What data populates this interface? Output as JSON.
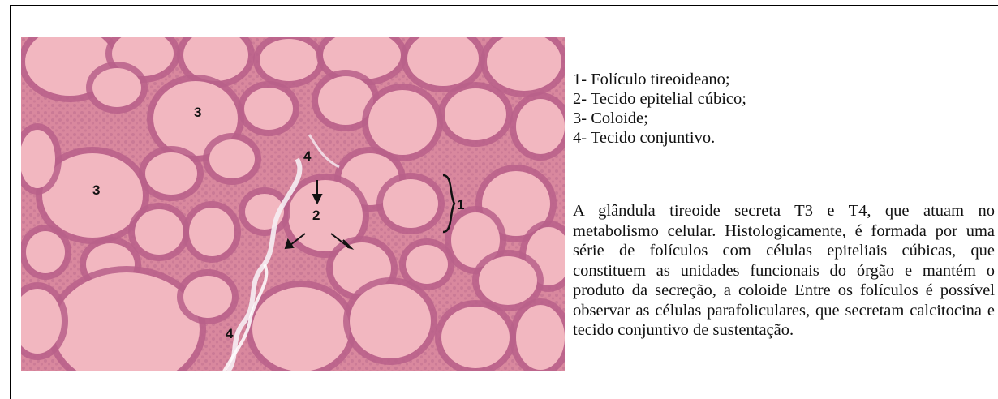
{
  "figure": {
    "labels": {
      "colloid_top": "3",
      "colloid_left": "3",
      "connective_top": "4",
      "connective_bottom": "4",
      "epithelium": "2",
      "follicle": "1"
    }
  },
  "legend": {
    "items": [
      "1- Folículo tireoideano;",
      "2- Tecido epitelial cúbico;",
      "3- Coloide;",
      "4- Tecido conjuntivo."
    ]
  },
  "description": "A glândula tireoide secreta T3 e T4, que atuam no metabolismo celular. Histologicamente, é formada por uma série de folículos com células epiteliais cúbicas, que constituem as unidades funcionais do órgão e mantém o produto da secreção, a coloide Entre os folículos é possível observar as células parafoliculares, que secretam calcitocina e tecido conjuntivo de sustentação.",
  "colors": {
    "tissue_background": "#d9889e",
    "colloid": "#f2b7c0",
    "epithelium": "#b9608a",
    "connective": "#f6eef3"
  }
}
